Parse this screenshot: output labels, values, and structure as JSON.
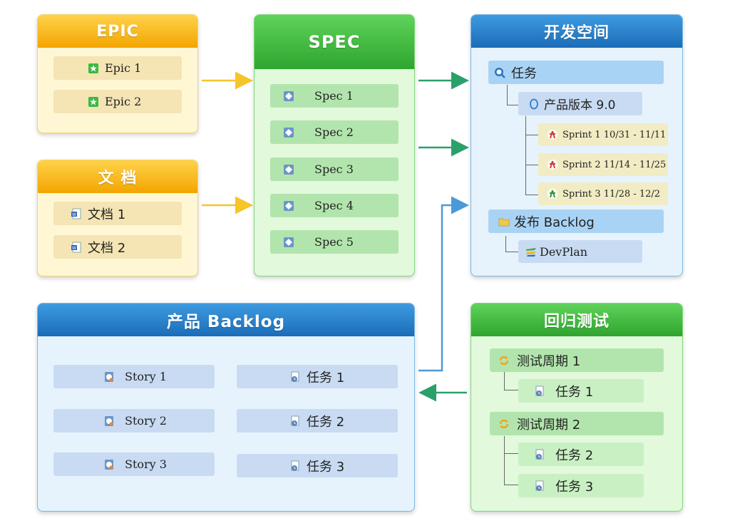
{
  "epic": {
    "title": "EPIC",
    "items": [
      "Epic 1",
      "Epic 2"
    ]
  },
  "docs": {
    "title": "文 档",
    "items": [
      "文档 1",
      "文档 2"
    ]
  },
  "spec": {
    "title": "SPEC",
    "items": [
      "Spec 1",
      "Spec 2",
      "Spec 3",
      "Spec 4",
      "Spec 5"
    ]
  },
  "devspace": {
    "title": "开发空间",
    "task_root": "任务",
    "version": "产品版本 9.0",
    "sprints": [
      "Sprint 1 10/31 - 11/11",
      "Sprint 2 11/14 - 11/25",
      "Sprint 3 11/28 - 12/2"
    ],
    "release": "发布 Backlog",
    "devplan": "DevPlan"
  },
  "backlog": {
    "title": "产品 Backlog",
    "stories": [
      "Story 1",
      "Story 2",
      "Story 3"
    ],
    "tasks": [
      "任务 1",
      "任务 2",
      "任务 3"
    ]
  },
  "regression": {
    "title": "回归测试",
    "cycle1": "测试周期 1",
    "cycle1_tasks": [
      "任务 1"
    ],
    "cycle2": "测试周期 2",
    "cycle2_tasks": [
      "任务 2",
      "任务 3"
    ]
  },
  "colors": {
    "yellow_arrow": "#f6c52a",
    "green_arrow": "#2aa06a",
    "blue_arrow": "#4a9ad8"
  },
  "icons": {
    "epic": "star-icon",
    "doc": "word-doc-icon",
    "spec": "diamond-doc-icon",
    "search": "search-icon",
    "version": "circle-icon",
    "sprint": "runner-icon",
    "folder": "folder-icon",
    "devplan": "devplan-logo-icon",
    "story": "story-icon",
    "task": "clock-doc-icon",
    "cycle": "refresh-icon"
  }
}
